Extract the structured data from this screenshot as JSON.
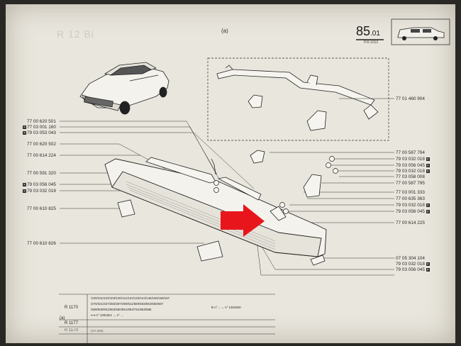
{
  "header": {
    "page_number": "85",
    "page_suffix": ".01",
    "sub_label": "P.R.1012",
    "figure_label": "(a)",
    "ghost_title": "R 12 Bi"
  },
  "left_labels": [
    {
      "text": "77 00 620 501",
      "boxed": false
    },
    {
      "text": "77 03 001 160",
      "boxed": true
    },
    {
      "text": "79 03 053 043",
      "boxed": true
    },
    {
      "text": "77 00 620 502",
      "boxed": false
    },
    {
      "text": "77 00 614 224",
      "boxed": false
    },
    {
      "text": "77 00 591 320",
      "boxed": false
    },
    {
      "text": "79 03 056 045",
      "boxed": true
    },
    {
      "text": "79 03 032 018",
      "boxed": true
    },
    {
      "text": "77 00 610 825",
      "boxed": false
    },
    {
      "text": "77 00 610 826",
      "boxed": false
    }
  ],
  "right_labels": [
    {
      "text": "77 01 460 904",
      "boxed": false
    },
    {
      "text": "77 00 587 794",
      "boxed": false
    },
    {
      "text": "79 03 032 018",
      "boxed": true
    },
    {
      "text": "79 03 056 045",
      "boxed": true
    },
    {
      "text": "79 03 032 018",
      "boxed": true
    },
    {
      "text": "77 03 058 008",
      "boxed": false
    },
    {
      "text": "77 00 587 795",
      "boxed": false
    },
    {
      "text": "77 03 001 333",
      "boxed": false
    },
    {
      "text": "77 00 635 363",
      "boxed": false
    },
    {
      "text": "79 03 032 018",
      "boxed": true
    },
    {
      "text": "79 03 056 045",
      "boxed": true
    },
    {
      "text": "77 00 614 225",
      "boxed": false
    },
    {
      "text": "07 05 304 104",
      "boxed": false
    },
    {
      "text": "79 03 032 018",
      "boxed": true
    },
    {
      "text": "79 03 056 045",
      "boxed": true
    }
  ],
  "table": {
    "label": "(a)",
    "rows": [
      {
        "model": "",
        "codes": "/100/101/102/103/120/121/122/123/144/146/150/166/167",
        "suffix": ""
      },
      {
        "model": "R 1170",
        "codes": "/270/321/327/282/287/290/511/560/563/564/566/567",
        "suffix": "Ð n° ...→ n° 1281820"
      },
      {
        "model": "",
        "codes": "/568/600/601/663/660/661/663/761/663/966",
        "suffix": ""
      },
      {
        "model": "",
        "codes": "⟷ n° 1281821 → n° ...",
        "suffix": ""
      },
      {
        "model": "R 1177",
        "codes": "",
        "suffix": ""
      },
      {
        "model": "R 1170",
        "codes": "(VH 283)",
        "suffix": ""
      }
    ]
  },
  "colors": {
    "paper": "#e9e6dd",
    "ink": "#2a2a2a",
    "arrow": "#e8161c"
  },
  "icons": [
    "car-thumbnail-icon",
    "car-illustration",
    "red-arrow-icon"
  ]
}
